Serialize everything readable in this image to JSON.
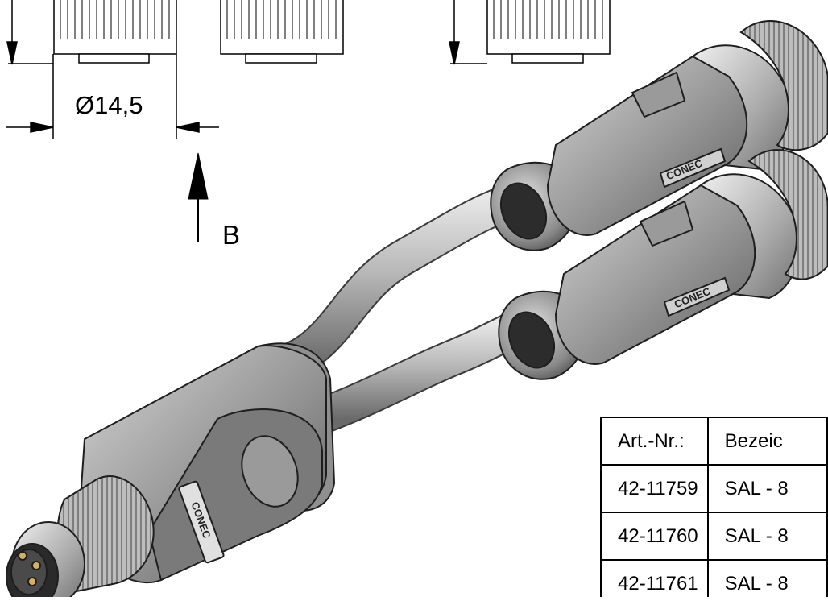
{
  "dimension": {
    "diameter_label": "Ø14,5"
  },
  "view": {
    "label": "B"
  },
  "brand": {
    "logo_text": "CONEC"
  },
  "table": {
    "header": [
      "Art.-Nr.:",
      "Bezeic"
    ],
    "rows": [
      [
        "42-11759",
        "SAL - 8"
      ],
      [
        "42-11760",
        "SAL - 8"
      ],
      [
        "42-11761",
        "SAL - 8"
      ]
    ]
  }
}
